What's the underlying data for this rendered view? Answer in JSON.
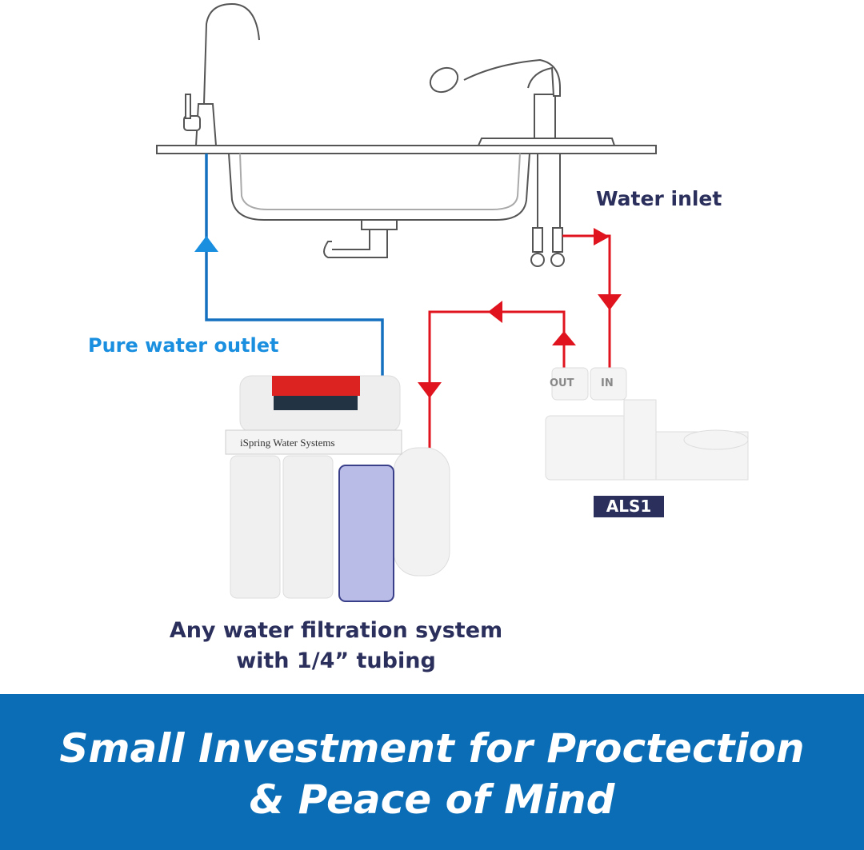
{
  "labels": {
    "water_inlet": "Water inlet",
    "pure_water_outlet": "Pure water outlet",
    "device_name": "ALS1",
    "port_out": "OUT",
    "port_in": "IN",
    "caption_line1": "Any water filtration system",
    "caption_line2": "with 1/4” tubing"
  },
  "product_branding": "iSpring Water Systems",
  "banner": {
    "line1": "Small Investment for Proctection",
    "line2": "& Peace of Mind"
  },
  "colors": {
    "pure_water_line": "#1670c0",
    "inlet_line": "#e0141e",
    "label_navy": "#2b2f5c",
    "outlet_label": "#1a8fe0",
    "banner_bg": "#0a6db5"
  }
}
